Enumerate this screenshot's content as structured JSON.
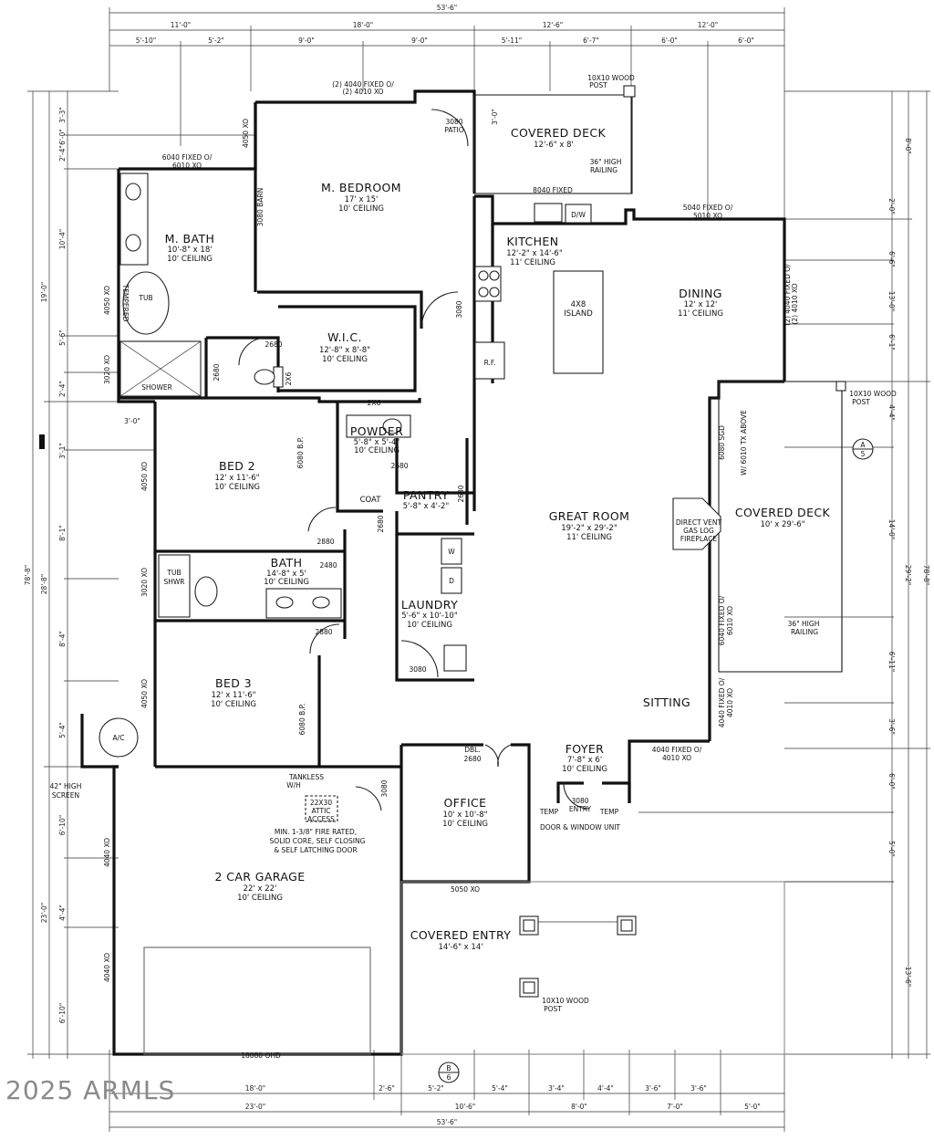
{
  "rooms": {
    "master_bedroom": {
      "name": "M. BEDROOM",
      "size": "17' x 15'",
      "ceiling": "10' CEILING"
    },
    "master_bath": {
      "name": "M. BATH",
      "size": "10'-8\" x 18'",
      "ceiling": "10' CEILING"
    },
    "walk_in_closet": {
      "name": "W.I.C.",
      "size": "12'-8\" x 8'-8\"",
      "ceiling": "10' CEILING"
    },
    "covered_deck_north": {
      "name": "COVERED DECK",
      "size": "12'-6\" x 8'"
    },
    "kitchen": {
      "name": "KITCHEN",
      "size": "12'-2\" x 14'-6\"",
      "ceiling": "11' CEILING"
    },
    "island": {
      "name": "4X8",
      "sub": "ISLAND"
    },
    "dining": {
      "name": "DINING",
      "size": "12' x 12'",
      "ceiling": "11' CEILING"
    },
    "powder": {
      "name": "POWDER",
      "size": "5'-8\" x 5'-4\"",
      "ceiling": "10' CEILING"
    },
    "bed2": {
      "name": "BED 2",
      "size": "12' x 11'-6\"",
      "ceiling": "10' CEILING"
    },
    "pantry": {
      "name": "PANTRY",
      "size": "5'-8\" x 4'-2\""
    },
    "coat": {
      "name": "COAT"
    },
    "great_room": {
      "name": "GREAT ROOM",
      "size": "19'-2\" x 29'-2\"",
      "ceiling": "11' CEILING"
    },
    "covered_deck_east": {
      "name": "COVERED DECK",
      "size": "10' x 29'-6\""
    },
    "bath": {
      "name": "BATH",
      "size": "14'-8\" x 5'",
      "ceiling": "10' CEILING"
    },
    "laundry": {
      "name": "LAUNDRY",
      "size": "5'-6\" x 10'-10\"",
      "ceiling": "10' CEILING"
    },
    "bed3": {
      "name": "BED 3",
      "size": "12' x 11'-6\"",
      "ceiling": "10' CEILING"
    },
    "sitting": {
      "name": "SITTING"
    },
    "foyer": {
      "name": "FOYER",
      "size": "7'-8\" x 6'",
      "ceiling": "10' CEILING"
    },
    "office": {
      "name": "OFFICE",
      "size": "10' x 10'-8\"",
      "ceiling": "10' CEILING"
    },
    "garage": {
      "name": "2 CAR GARAGE",
      "size": "22' x 22'",
      "ceiling": "10' CEILING"
    },
    "covered_entry": {
      "name": "COVERED ENTRY",
      "size": "14'-6\" x 14'"
    }
  },
  "fixtures": {
    "tub": "TUB",
    "tempered": "TEMPERED",
    "shower": "SHOWER",
    "tub_shwr_1": "TUB",
    "tub_shwr_2": "SHWR",
    "dw": "D/W",
    "rf": "R.F.",
    "ac": "A/C",
    "w": "W",
    "d": "D",
    "tankless_1": "TANKLESS",
    "tankless_2": "W/H",
    "attic_1": "22X30",
    "attic_2": "ATTIC",
    "attic_3": "ACCESS"
  },
  "notes": {
    "window_top_1": "(2) 4040 FIXED O/",
    "window_top_2": "(2) 4010 XO",
    "patio_1": "3080",
    "patio_2": "PATIO",
    "post_top_1": "10X10 WOOD",
    "post_top_2": "POST",
    "railing_top_1": "36\" HIGH",
    "railing_top_2": "RAILING",
    "fixed_8040": "8040 FIXED",
    "window_6040_1": "6040 FIXED O/",
    "window_6040_2": "6010 XO",
    "window_5040_1": "5040 FIXED O/",
    "window_5040_2": "5010 XO",
    "win_4050_mb": "4050 XO",
    "barn_mb": "3080 BARN",
    "win_4050_tub": "4050 XO",
    "win_3020_shower": "3020 XO",
    "door_2680_wic": "2680",
    "door_2680_mb": "2680",
    "door_2x6": "2X6",
    "door_3080_kit": "3080",
    "dining_win_1": "(2) 4040 FIXED O/",
    "dining_win_2": "(2) 4010 XO",
    "post_east_1": "10X10 WOOD",
    "post_east_2": "POST",
    "door_2680_powder": "2680",
    "door_2680_pantry": "2680",
    "bp_6080_bed2": "6080 B.P.",
    "win_4050_bed2": "4050 XO",
    "door_2880_bed2": "2880",
    "door_2480_bath": "2480",
    "door_2680_coat": "2680",
    "win_3020_bath": "3020 XO",
    "door_2880_bed3": "2880",
    "win_4050_bed3": "4050 XO",
    "bp_6080_bed3": "6080 B.P.",
    "slider_1": "6080 SGD",
    "slider_2": "W/ 6010 TX ABOVE",
    "fireplace_1": "DIRECT VENT",
    "fireplace_2": "GAS LOG",
    "fireplace_3": "FIREPLACE",
    "win_6040_great_1": "6040 FIXED O/",
    "win_6040_great_2": "6010 XO",
    "railing_east_1": "36\" HIGH",
    "railing_east_2": "RAILING",
    "win_4040_sit_1": "4040 FIXED O/",
    "win_4040_sit_2": "4010 XO",
    "win_4040_foy_1": "4040 FIXED O/",
    "win_4040_foy_2": "4010 XO",
    "door_3080_laundry": "3080",
    "dbl_1": "DBL.",
    "dbl_2": "2680",
    "entry_1": "3080",
    "entry_2": "ENTRY",
    "temp_1": "TEMP",
    "temp_2": "TEMP",
    "door_window_unit": "DOOR & WINDOW UNIT",
    "screen_1": "42\" HIGH",
    "screen_2": "SCREEN",
    "door_3080_garage": "3080",
    "fire_1": "MIN. 1-3/8\" FIRE RATED,",
    "fire_2": "SOLID CORE, SELF CLOSING",
    "fire_3": "& SELF LATCHING DOOR",
    "win_4040_gar_1": "4040 XO",
    "win_4040_gar_2": "4040 XO",
    "win_5050_office": "5050 XO",
    "ohd": "18080 OHD",
    "post_entry_1": "10X10 WOOD",
    "post_entry_2": "POST",
    "section_a": "A",
    "section_a_num": "5",
    "section_b": "B",
    "section_b_num": "6"
  },
  "dimensions": {
    "top_overall": "53'-6\"",
    "top_row1": [
      "11'-0\"",
      "18'-0\"",
      "12'-6\"",
      "12'-0\""
    ],
    "top_row2": [
      "5'-10\"",
      "5'-2\"",
      "9'-0\"",
      "9'-0\"",
      "5'-11\"",
      "6'-7\"",
      "6'-0\"",
      "6'-0\""
    ],
    "bottom_row1": [
      "18'-0\"",
      "2'-6\"",
      "5'-2\"",
      "5'-4\"",
      "3'-4\"",
      "4'-4\"",
      "3'-6\"",
      "3'-6\""
    ],
    "bottom_row2": [
      "23'-0\"",
      "10'-6\"",
      "8'-0\"",
      "7'-0\"",
      "5'-0\""
    ],
    "bottom_overall": "53'-6\"",
    "left_overall": "78'-8\"",
    "left_row1": [
      "19'-0\"",
      "28'-8\"",
      "23'-0\""
    ],
    "left_row2": [
      "6'-0\"",
      "2'-4\"",
      "10'-4\"",
      "5'-6\"",
      "2'-4\"",
      "3'-1\"",
      "8'-1\"",
      "8'-4\"",
      "5'-4\"",
      "6'-10\"",
      "4'-4\"",
      "6'-10\""
    ],
    "left_small": [
      "3'-3\"",
      "3'-0\"",
      "3'-0\""
    ],
    "right_overall": "78'-8\"",
    "right_row1": [
      "8'-0\"",
      "29'-2\"",
      "13'-6\""
    ],
    "right_row2": [
      "2'-0\"",
      "6'-6\"",
      "13'-0\"",
      "6'-1\"",
      "4'-4\"",
      "14'-0\"",
      "6'-11\"",
      "3'-6\"",
      "6'-0\"",
      "5'-0\""
    ]
  },
  "copyright": "2025 ARMLS"
}
